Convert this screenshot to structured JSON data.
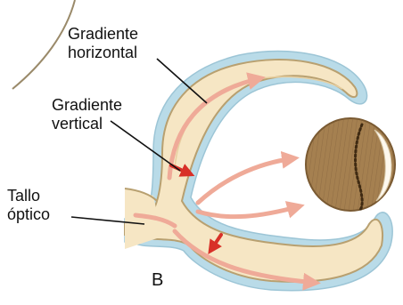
{
  "labels": {
    "gradiente_horizontal": [
      "Gradiente",
      "horizontal"
    ],
    "gradiente_vertical": [
      "Gradiente",
      "vertical"
    ],
    "tallo_optico": [
      "Tallo",
      "óptico"
    ],
    "panel_letter": "B"
  },
  "colors": {
    "tissue_fill": "#f6e6c4",
    "tissue_outline": "#b8a070",
    "blue_rim": "#b9dbe8",
    "arrow_pale": "#efaa98",
    "arrow_red": "#d83028",
    "lens_fill": "#a58050",
    "lens_stripes": "#8a6840",
    "lens_dots": "#3f2a12",
    "leader_line": "#111111"
  }
}
